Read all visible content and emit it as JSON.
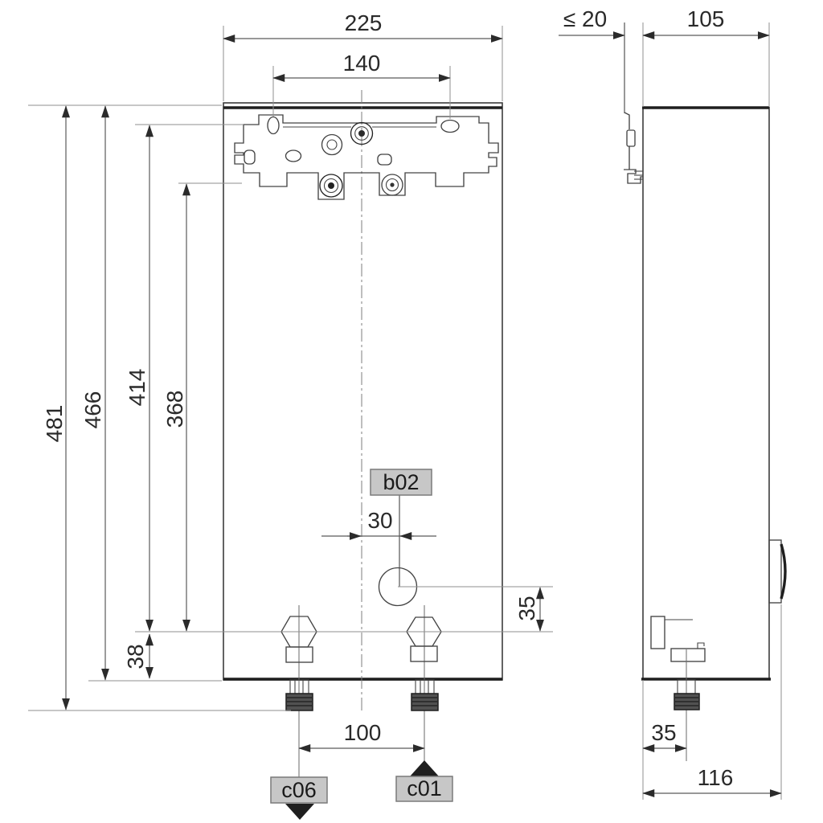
{
  "front": {
    "width": "225",
    "hole_spacing": "140",
    "height_overall": "481",
    "height_housing": "466",
    "keyhole_to_axis": "414",
    "screws_to_axis": "368",
    "axis_to_bottom": "38",
    "center_offset": "30",
    "entry_to_axis": "35",
    "pipe_spacing": "100",
    "b02": "b02",
    "c06": "c06",
    "c01": "c01"
  },
  "side": {
    "wall_gap": "≤ 20",
    "depth": "105",
    "back_to_pipe": "35",
    "depth_overall": "116"
  }
}
